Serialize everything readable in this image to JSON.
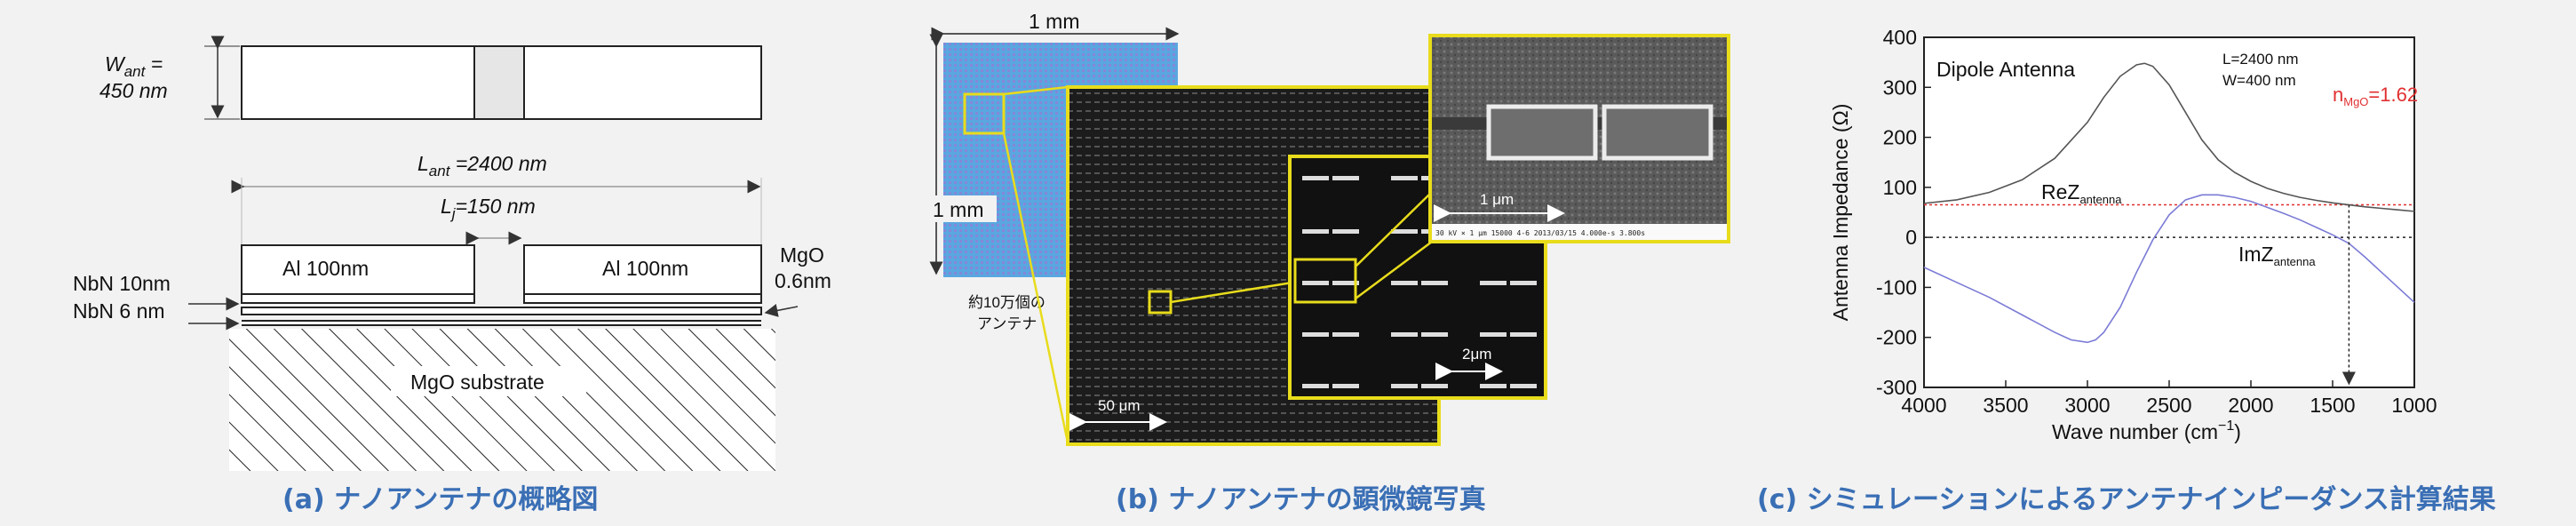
{
  "panel_a": {
    "caption": "(a) ナノアンテナの概略図",
    "w_ant_label": "W",
    "w_ant_sub": "ant",
    "w_ant_eq": " =",
    "w_ant_value": "450 nm",
    "l_ant_label": "L",
    "l_ant_sub": "ant",
    "l_ant_value": " =2400 nm",
    "l_j_label": "L",
    "l_j_sub": "j",
    "l_j_value": "=150 nm",
    "al_left": "Al 100nm",
    "al_right": "Al 100nm",
    "nbn_top": "NbN 10nm",
    "nbn_bottom": "NbN 6 nm",
    "mgo_label": "MgO",
    "mgo_value": "0.6nm",
    "substrate": "MgO substrate"
  },
  "panel_b": {
    "caption": "(b) ナノアンテナの顕微鏡写真",
    "scale_1mm_top": "1 mm",
    "scale_1mm_side": "1 mm",
    "count_line1": "約10万個の",
    "count_line2": "アンテナ",
    "scale_50um": "50 μm",
    "scale_2um": "2μm",
    "scale_1um": "1 μm",
    "sem_footer": "30 kV  ×  1 μm  15000  4-6  2013/03/15  4.000e-s 3.800s"
  },
  "panel_c": {
    "caption": "(c) シミュレーションによるアンテナインピーダンス計算結果",
    "chart_data": {
      "type": "line",
      "title": "Dipole Antenna",
      "xlabel": "Wave number (cm",
      "xlabel_sup": "−1",
      "xlabel_end": ")",
      "ylabel": "Antenna Impedance (Ω)",
      "xlim": [
        4000,
        1000
      ],
      "ylim": [
        -300,
        400
      ],
      "xticks": [
        "4000",
        "3500",
        "3000",
        "2500",
        "2000",
        "1500",
        "1000"
      ],
      "yticks": [
        "400",
        "300",
        "200",
        "100",
        "0",
        "-100",
        "-200",
        "-300"
      ],
      "annotation_L": "L=2400 nm",
      "annotation_W": "W=400 nm",
      "annotation_n": "n",
      "annotation_n_sub": "MgO",
      "annotation_n_value": "=1.62",
      "re_label": "ReZ",
      "re_label_sub": "antenna",
      "im_label": "ImZ",
      "im_label_sub": "antenna",
      "reference_line_value": 65,
      "series": [
        {
          "key": "re",
          "color": "#555555",
          "x": [
            4000,
            3800,
            3600,
            3400,
            3200,
            3000,
            2900,
            2800,
            2700,
            2650,
            2600,
            2500,
            2400,
            2300,
            2200,
            2100,
            2000,
            1900,
            1800,
            1700,
            1600,
            1500,
            1400,
            1300,
            1200,
            1100,
            1000
          ],
          "y": [
            68,
            75,
            90,
            115,
            158,
            230,
            280,
            322,
            345,
            348,
            342,
            305,
            250,
            195,
            155,
            130,
            112,
            98,
            88,
            80,
            74,
            69,
            65,
            61,
            58,
            55,
            52
          ]
        },
        {
          "key": "im",
          "color": "#7b7bd6",
          "x": [
            4000,
            3800,
            3600,
            3400,
            3200,
            3100,
            3000,
            2950,
            2900,
            2800,
            2700,
            2600,
            2500,
            2400,
            2300,
            2200,
            2100,
            2000,
            1900,
            1800,
            1700,
            1600,
            1500,
            1400,
            1300,
            1200,
            1100,
            1000
          ],
          "y": [
            -60,
            -90,
            -120,
            -155,
            -190,
            -205,
            -210,
            -205,
            -190,
            -140,
            -70,
            -5,
            45,
            75,
            85,
            85,
            80,
            72,
            60,
            48,
            35,
            20,
            5,
            -12,
            -40,
            -70,
            -100,
            -130
          ]
        }
      ],
      "arrow_x": 1400
    }
  },
  "colors": {
    "caption": "#3a6fb5",
    "sem_frame": "#e8dc1c",
    "reference_line": "#e03030",
    "n_annotation": "#e03030",
    "blue_grid": "#5aa6e0"
  }
}
